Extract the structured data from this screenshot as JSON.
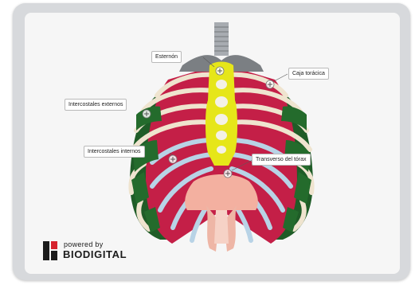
{
  "labels": {
    "sternum": "Esternón",
    "rib_cage": "Caja torácica",
    "external_intercostals": "Intercostales externos",
    "internal_intercostals": "Intercostales internos",
    "transversus_thoracis": "Transverso del tórax"
  },
  "branding": {
    "powered_by": "powered by",
    "name": "BIODIGITAL"
  },
  "colors": {
    "bone": "#efe4cf",
    "cartilage": "#b8d3e6",
    "sternum": "#e6e619",
    "internal_muscle": "#c41f47",
    "external_muscle": "#246b2c",
    "trachea": "#a8acb1",
    "diaphragm": "#f3b0a0",
    "brand_red": "#d6232e"
  }
}
